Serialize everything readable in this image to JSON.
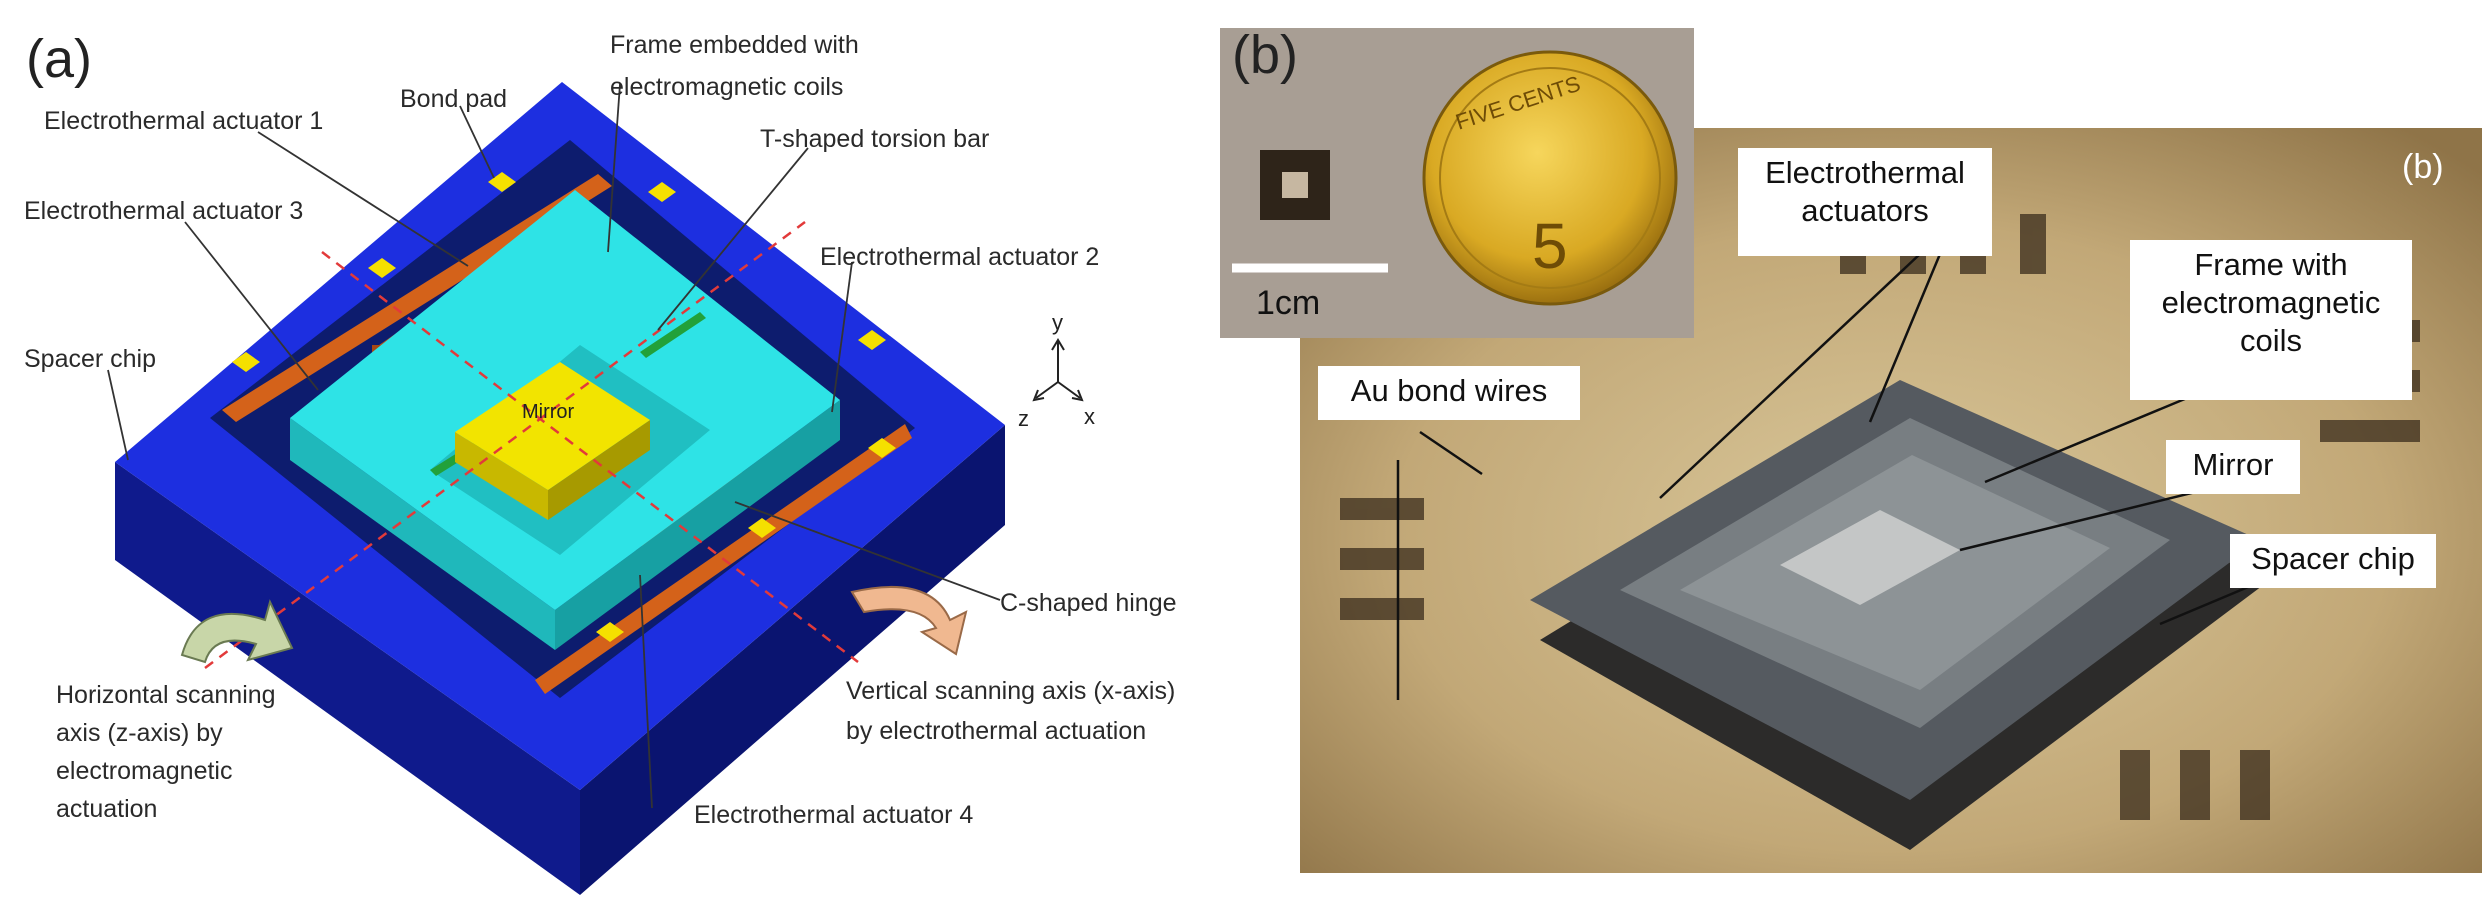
{
  "panel_a": {
    "letter": "(a)",
    "labels": {
      "frame_line1": "Frame embedded with",
      "frame_line2": "electromagnetic coils",
      "actuator1": "Electrothermal actuator 1",
      "bond_pad": "Bond pad",
      "tbar": "T-shaped torsion bar",
      "actuator3": "Electrothermal actuator 3",
      "actuator2": "Electrothermal actuator 2",
      "spacer": "Spacer chip",
      "mirror": "Mirror",
      "hinge": "C-shaped hinge",
      "axis_y": "y",
      "axis_z": "z",
      "axis_x": "x",
      "horiz_line1": "Horizontal scanning",
      "horiz_line2": "axis (z-axis)  by",
      "horiz_line3": "electromagnetic",
      "horiz_line4": "actuation",
      "vert_line1": "Vertical scanning axis (x-axis)",
      "vert_line2": "by electrothermal actuation",
      "actuator4": "Electrothermal actuator 4"
    },
    "colors": {
      "spacer_top": "#1d2fe0",
      "spacer_side": "#0f1a8c",
      "frame": "#2ee3e6",
      "mirror": "#f2e400",
      "actuator": "#d4621a",
      "pad": "#f5e000",
      "axis_line": "#e23a3a"
    }
  },
  "panel_b": {
    "letter": "(b)",
    "inner_letter": "(b)",
    "scale": "1cm",
    "coin_text": "FIVE CENTS",
    "coin_value": "5",
    "labels": {
      "actuators_line1": "Electrothermal",
      "actuators_line2": "actuators",
      "frame_line1": "Frame with",
      "frame_line2": "electromagnetic",
      "frame_line3": "coils",
      "bond_wires": "Au bond wires",
      "mirror": "Mirror",
      "spacer": "Spacer chip"
    }
  }
}
